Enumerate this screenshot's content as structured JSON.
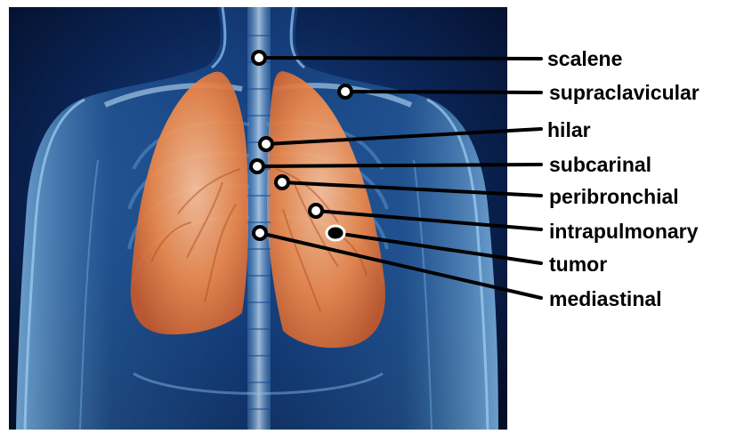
{
  "labels": {
    "scalene": "scalene",
    "supraclavicular": "supraclavicular",
    "hilar": "hilar",
    "subcarinal": "subcarinal",
    "peribronchial": "peribronchial",
    "intrapulmonary": "intrapulmonary",
    "tumor": "tumor",
    "mediastinal": "mediastinal"
  },
  "colors": {
    "body_dark": "#06183e",
    "body_glow": "#5f9fd8",
    "lung": "#f08a4b",
    "lung_highlight": "#ffc49a",
    "spine": "#b9dcf5",
    "leader_line": "#000000",
    "marker_fill": "#ffffff",
    "tumor_fill": "#000000"
  }
}
